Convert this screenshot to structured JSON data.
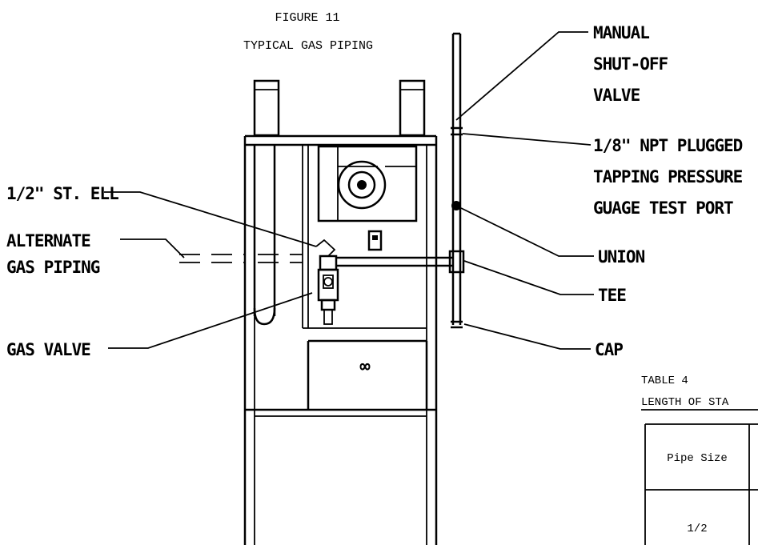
{
  "figure": {
    "number": "FIGURE 11",
    "title": "TYPICAL GAS PIPING"
  },
  "labels": {
    "manual_shutoff_1": "MANUAL",
    "manual_shutoff_2": "SHUT-OFF",
    "manual_shutoff_3": "VALVE",
    "tapping_1": "1/8\" NPT PLUGGED",
    "tapping_2": "TAPPING PRESSURE",
    "tapping_3": "GUAGE TEST PORT",
    "union": "UNION",
    "tee": "TEE",
    "cap": "CAP",
    "st_ell": "1/2\" ST. ELL",
    "alternate_1": "ALTERNATE",
    "alternate_2": "GAS PIPING",
    "gas_valve": "GAS VALVE",
    "infinity_mark": "∞"
  },
  "table": {
    "title": "TABLE 4",
    "subtitle": "LENGTH OF STA",
    "header": "Pipe Size",
    "rows": [
      "1/2"
    ]
  }
}
